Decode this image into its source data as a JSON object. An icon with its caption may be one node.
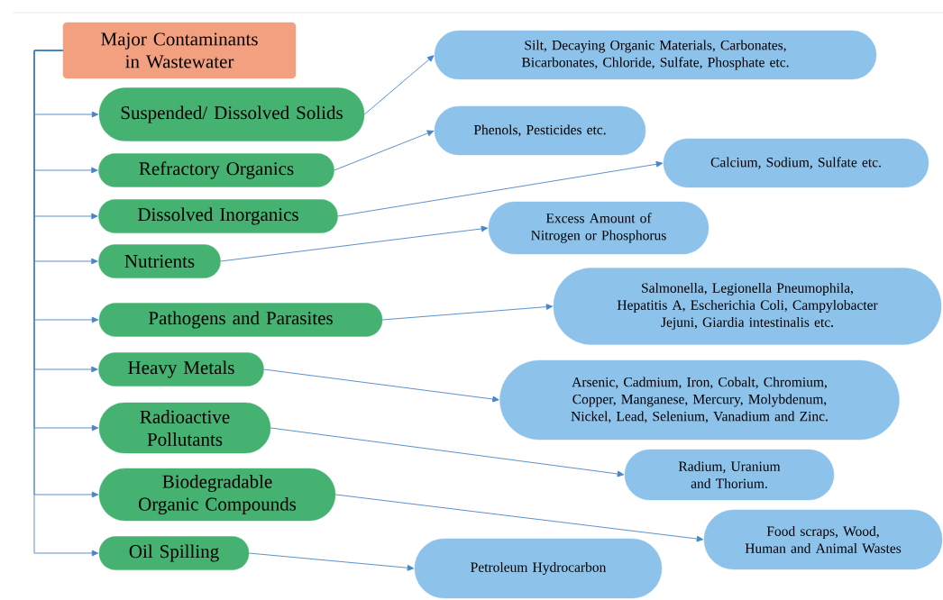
{
  "diagram": {
    "nodes": [
      {
        "text": [
          "Major Contaminants in Wastewater"
        ]
      },
      {
        "text": [
          "Suspended/ Dissolved Solids"
        ]
      },
      {
        "text": [
          "Refractory Organics"
        ]
      },
      {
        "text": [
          "Dissolved Inorganics"
        ]
      },
      {
        "text": [
          "Nutrients"
        ]
      },
      {
        "text": [
          "Pathogens and Parasites"
        ]
      },
      {
        "text": [
          "Heavy Metals"
        ]
      },
      {
        "text": [
          "Radioactive Pollutants"
        ]
      },
      {
        "text": [
          "Biodegradable Organic Compounds"
        ]
      },
      {
        "text": [
          "Oil Spilling"
        ]
      },
      {
        "text": [
          "Silt, Decaying Organic Materials, Carbonates, Bicarbonates, Chloride, Sulfate, Phosphate etc."
        ]
      },
      {
        "text": [
          "Phenols, Pesticides etc."
        ]
      },
      {
        "text": [
          "Calcium, Sodium, Sulfate etc."
        ]
      },
      {
        "text": [
          "Excess Amount of Nitrogen or Phosphorus"
        ]
      },
      {
        "text": [
          "Salmonella, Legionella Pneumophila, Hepatitis A, Escherichia Coli, Campylobacter Jejuni, Giardia intestinalis etc."
        ]
      },
      {
        "text": [
          "Arsenic, Cadmium, Iron, Cobalt, Chromium, Copper, Manganese, Mercury, Molybdenum, Nickel, Lead, Selenium, Vanadium and Zinc."
        ]
      },
      {
        "text": [
          "Radium, Uranium and Thorium."
        ]
      },
      {
        "text": [
          "Food scraps, Wood, Human and Animal Wastes"
        ]
      },
      {
        "text": [
          "Petroleum Hydrocarbon"
        ]
      }
    ],
    "edges": [
      {
        "from": 0,
        "to": 1,
        "arrow": "to"
      },
      {
        "from": 0,
        "to": 2,
        "arrow": "to"
      },
      {
        "from": 0,
        "to": 3,
        "arrow": "to"
      },
      {
        "from": 0,
        "to": 4,
        "arrow": "to"
      },
      {
        "from": 0,
        "to": 5,
        "arrow": "to"
      },
      {
        "from": 0,
        "to": 6,
        "arrow": "to"
      },
      {
        "from": 0,
        "to": 7,
        "arrow": "to"
      },
      {
        "from": 0,
        "to": 8,
        "arrow": "to"
      },
      {
        "from": 0,
        "to": 9,
        "arrow": "to"
      },
      {
        "from": 1,
        "to": 10,
        "arrow": "to"
      },
      {
        "from": 2,
        "to": 11,
        "arrow": "to"
      },
      {
        "from": 3,
        "to": 12,
        "arrow": "to"
      },
      {
        "from": 4,
        "to": 13,
        "arrow": "to"
      },
      {
        "from": 5,
        "to": 14,
        "arrow": "to"
      },
      {
        "from": 6,
        "to": 15,
        "arrow": "to"
      },
      {
        "from": 7,
        "to": 16,
        "arrow": "to"
      },
      {
        "from": 8,
        "to": 17,
        "arrow": "to"
      },
      {
        "from": 9,
        "to": 18,
        "arrow": "to"
      }
    ]
  }
}
